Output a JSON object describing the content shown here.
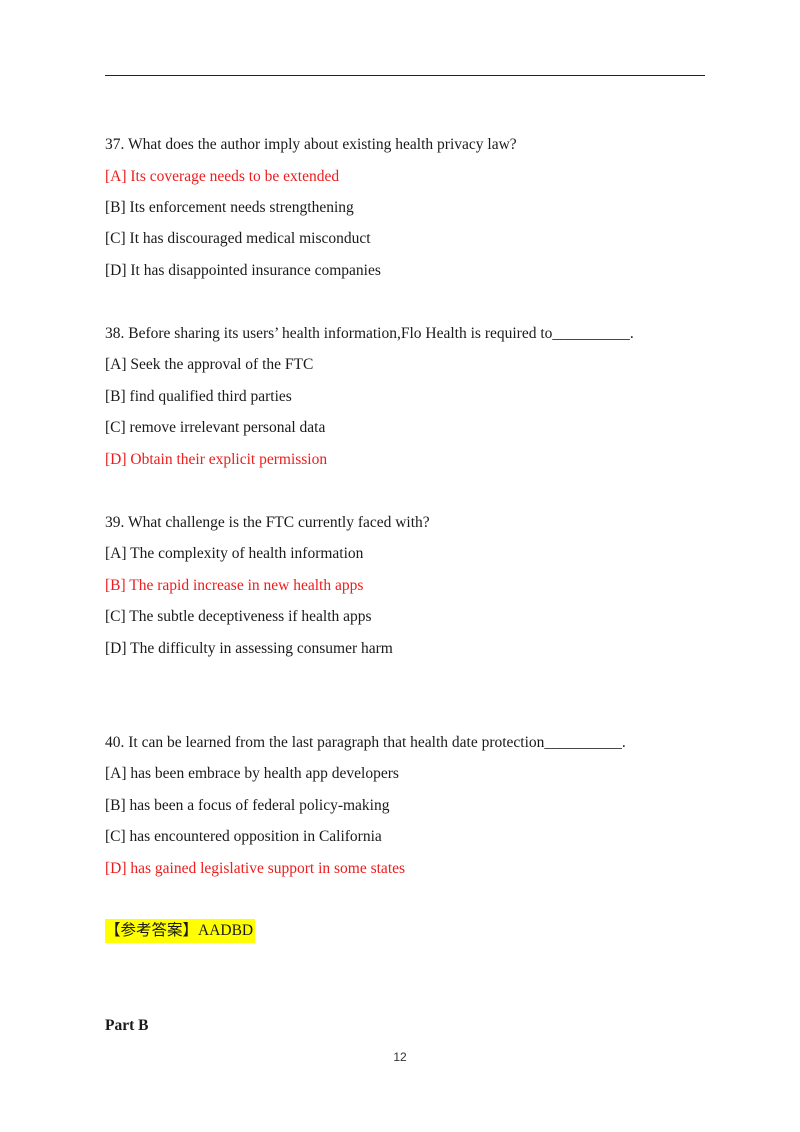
{
  "questions": [
    {
      "stem": "37. What does the author imply about existing health privacy law?",
      "options": [
        "[A] Its coverage needs to be extended",
        "[B] Its enforcement needs strengthening",
        "[C] It has discouraged medical misconduct",
        "[D] It has disappointed insurance companies"
      ]
    },
    {
      "stem": "38. Before sharing its users’ health information,Flo Health is required to__________.",
      "options": [
        "[A] Seek the approval of the FTC",
        "[B] find qualified third parties",
        "[C] remove irrelevant personal data",
        "[D] Obtain their explicit permission"
      ]
    },
    {
      "stem": "39. What challenge is the FTC currently faced with?",
      "options": [
        "[A] The complexity of health information",
        "[B] The rapid increase in new health apps",
        "[C] The subtle deceptiveness if health apps",
        "[D] The difficulty in assessing consumer harm"
      ]
    },
    {
      "stem": "40.  It can be learned from the last paragraph that health date protection__________.",
      "options": [
        "[A] has been embrace by health app developers",
        "[B] has been a focus of federal policy-making",
        "[C] has encountered opposition in California",
        "[D] has gained legislative support in some states"
      ]
    }
  ],
  "answer_key": "【参考答案】AADBD",
  "section_heading": "Part B",
  "page_number": "12",
  "colors": {
    "correct_option": "#ee1c1c",
    "highlight": "#ffff00",
    "text": "#1a1a1a"
  }
}
